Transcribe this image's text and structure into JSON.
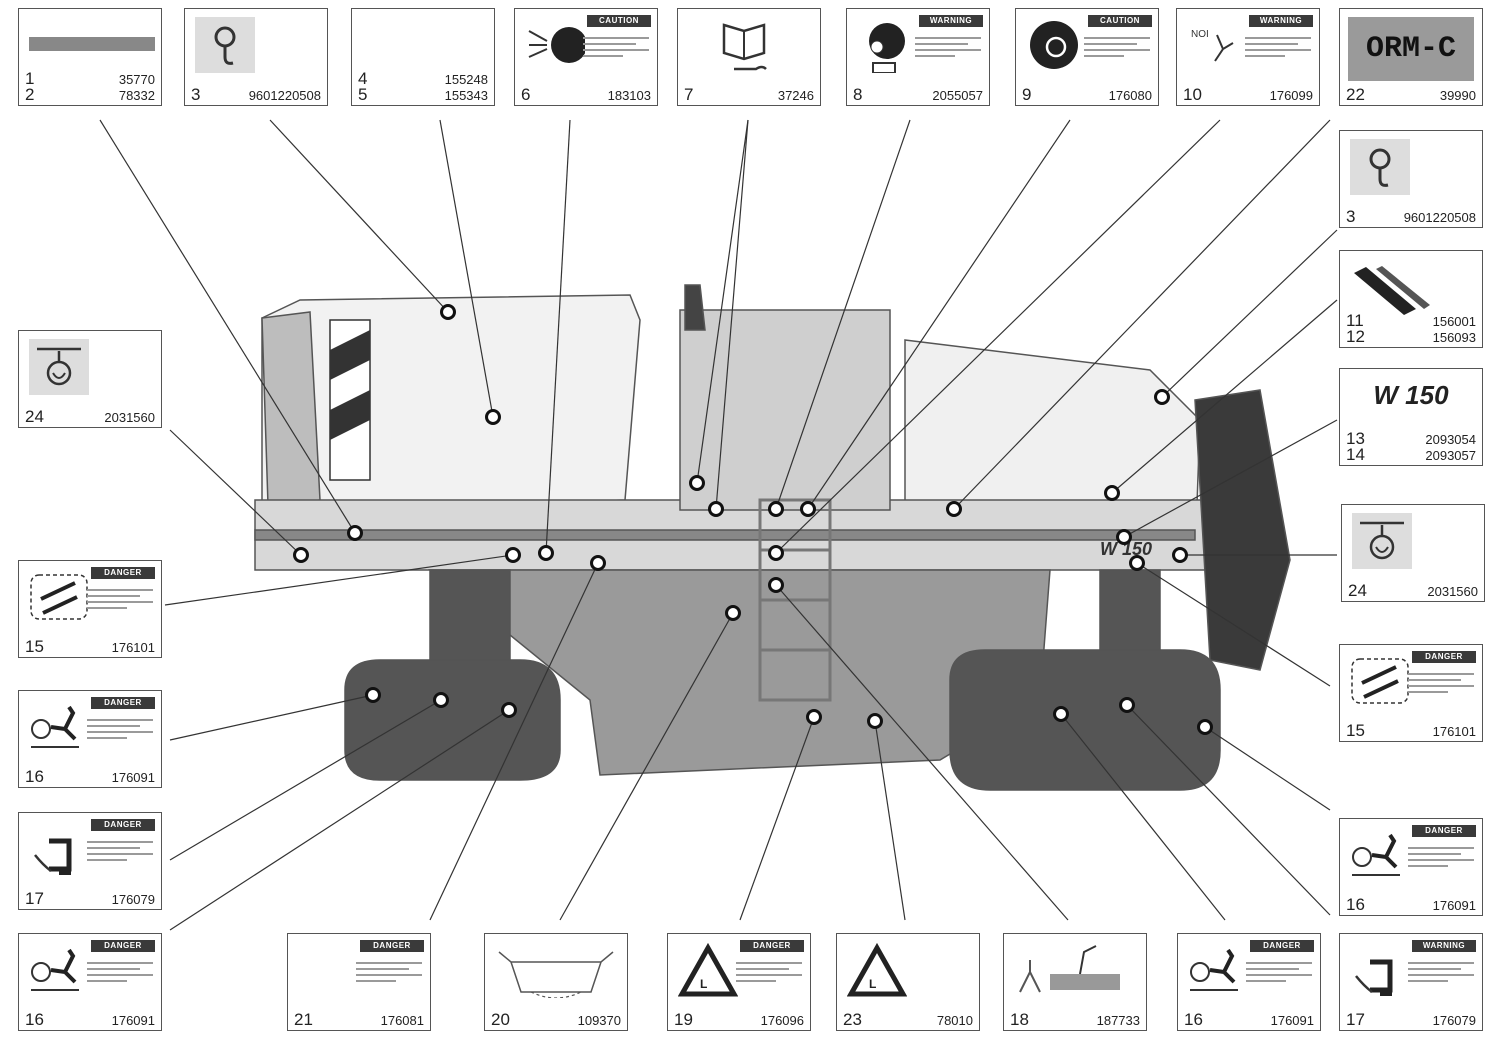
{
  "decals": [
    {
      "id": "d1",
      "nums": [
        "1",
        "2"
      ],
      "parts": [
        "35770",
        "78332"
      ],
      "icon": "stripe-decal-icon"
    },
    {
      "id": "d3a",
      "nums": [
        "3"
      ],
      "parts": [
        "9601220508"
      ],
      "icon": "lifting-hook-icon"
    },
    {
      "id": "d4",
      "nums": [
        "4",
        "5"
      ],
      "parts": [
        "155248",
        "155343"
      ],
      "icon": ""
    },
    {
      "id": "d6",
      "nums": [
        "6"
      ],
      "parts": [
        "183103"
      ],
      "icon": "ejecting-parts-icon",
      "header": "CAUTION"
    },
    {
      "id": "d7",
      "nums": [
        "7"
      ],
      "parts": [
        "37246"
      ],
      "icon": "manual-wrench-icon"
    },
    {
      "id": "d8",
      "nums": [
        "8"
      ],
      "parts": [
        "2055057"
      ],
      "icon": "respirator-icon",
      "header": "WARNING"
    },
    {
      "id": "d9",
      "nums": [
        "9"
      ],
      "parts": [
        "176080"
      ],
      "icon": "hearing-protection-icon",
      "header": "CAUTION"
    },
    {
      "id": "d10",
      "nums": [
        "10"
      ],
      "parts": [
        "176099"
      ],
      "icon": "hazard-figure-icon",
      "header": "WARNING"
    },
    {
      "id": "d22",
      "nums": [
        "22"
      ],
      "parts": [
        "39990"
      ],
      "icon": "",
      "big": "ORM-C"
    },
    {
      "id": "d3b",
      "nums": [
        "3"
      ],
      "parts": [
        "9601220508"
      ],
      "icon": "lifting-hook-icon"
    },
    {
      "id": "d11",
      "nums": [
        "11",
        "12"
      ],
      "parts": [
        "156001",
        "156093"
      ],
      "icon": "diagonal-stripe-icon"
    },
    {
      "id": "d13",
      "nums": [
        "13",
        "14"
      ],
      "parts": [
        "2093054",
        "2093057"
      ],
      "icon": "",
      "big": "W 150"
    },
    {
      "id": "d24a",
      "nums": [
        "24"
      ],
      "parts": [
        "2031560"
      ],
      "icon": "tie-down-icon"
    },
    {
      "id": "d24b",
      "nums": [
        "24"
      ],
      "parts": [
        "2031560"
      ],
      "icon": "tie-down-icon"
    },
    {
      "id": "d15a",
      "nums": [
        "15"
      ],
      "parts": [
        "176101"
      ],
      "icon": "rollover-icon",
      "header": "DANGER"
    },
    {
      "id": "d15b",
      "nums": [
        "15"
      ],
      "parts": [
        "176101"
      ],
      "icon": "rollover-icon",
      "header": "DANGER"
    },
    {
      "id": "d16a",
      "nums": [
        "16"
      ],
      "parts": [
        "176091"
      ],
      "icon": "runover-icon",
      "header": "DANGER"
    },
    {
      "id": "d16b",
      "nums": [
        "16"
      ],
      "parts": [
        "176091"
      ],
      "icon": "runover-icon",
      "header": "DANGER"
    },
    {
      "id": "d17a",
      "nums": [
        "17"
      ],
      "parts": [
        "176079"
      ],
      "icon": "crushing-icon",
      "header": "DANGER"
    },
    {
      "id": "d16c",
      "nums": [
        "16"
      ],
      "parts": [
        "176091"
      ],
      "icon": "runover-icon",
      "header": "DANGER"
    },
    {
      "id": "d21",
      "nums": [
        "21"
      ],
      "parts": [
        "176081"
      ],
      "icon": "",
      "header": "DANGER"
    },
    {
      "id": "d20",
      "nums": [
        "20"
      ],
      "parts": [
        "109370"
      ],
      "icon": "machine-outline-icon"
    },
    {
      "id": "d19",
      "nums": [
        "19"
      ],
      "parts": [
        "176096"
      ],
      "icon": "triangle-warning-icon",
      "header": "DANGER"
    },
    {
      "id": "d23",
      "nums": [
        "23"
      ],
      "parts": [
        "78010"
      ],
      "icon": "triangle-warning-icon"
    },
    {
      "id": "d18",
      "nums": [
        "18"
      ],
      "parts": [
        "187733"
      ],
      "icon": "lifting-diagram-icon"
    },
    {
      "id": "d16d",
      "nums": [
        "16"
      ],
      "parts": [
        "176091"
      ],
      "icon": "runover-icon",
      "header": "DANGER"
    },
    {
      "id": "d17b",
      "nums": [
        "17"
      ],
      "parts": [
        "176079"
      ],
      "icon": "crushing-icon",
      "header": "WARNING"
    }
  ],
  "machine": {
    "model_marking": "W 150"
  }
}
